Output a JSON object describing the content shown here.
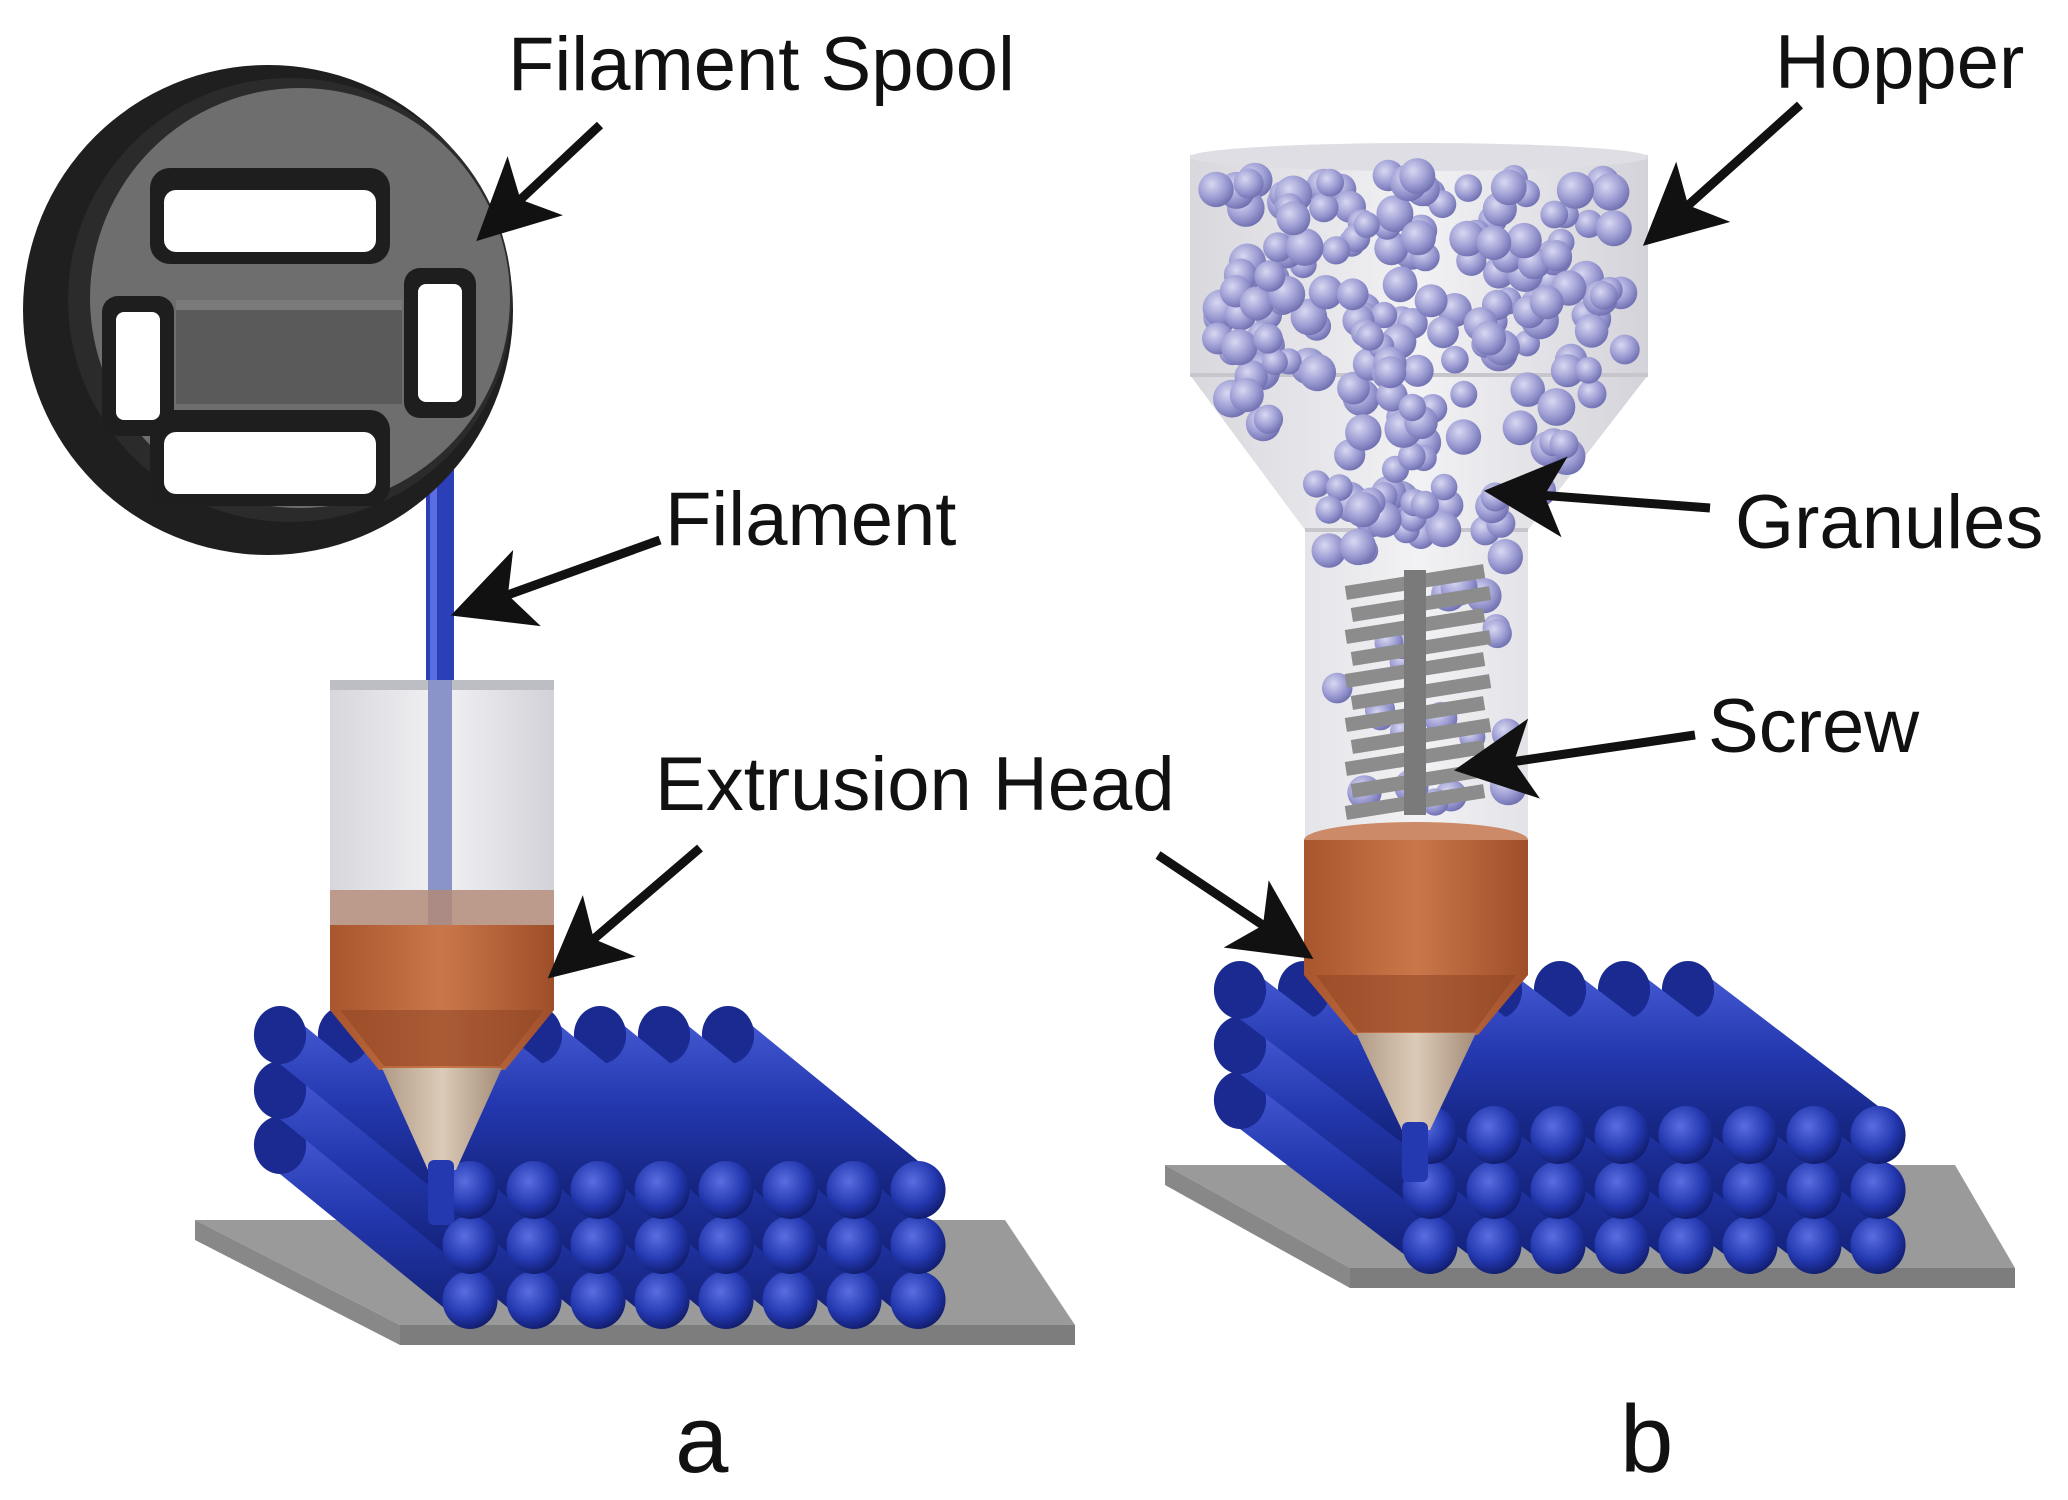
{
  "labels": {
    "filament_spool": "Filament Spool",
    "filament": "Filament",
    "extrusion_head_a": "Extrusion Head",
    "hopper": "Hopper",
    "granules": "Granules",
    "screw": "Screw"
  },
  "panels": {
    "a": "a",
    "b": "b"
  },
  "colors": {
    "filament_blue": "#2a3fb8",
    "bead_blue": "#2438b0",
    "heater_copper": "#c06a3e",
    "nozzle_tip": "#c8b4a0",
    "spool_dark": "#2b2b2b",
    "spool_gray": "#6e6e6e",
    "build_plate": "#9a9a9a",
    "granule": "#9a9ad2",
    "screw_gray": "#8c8c8c",
    "glass": "#e8e8ec"
  }
}
